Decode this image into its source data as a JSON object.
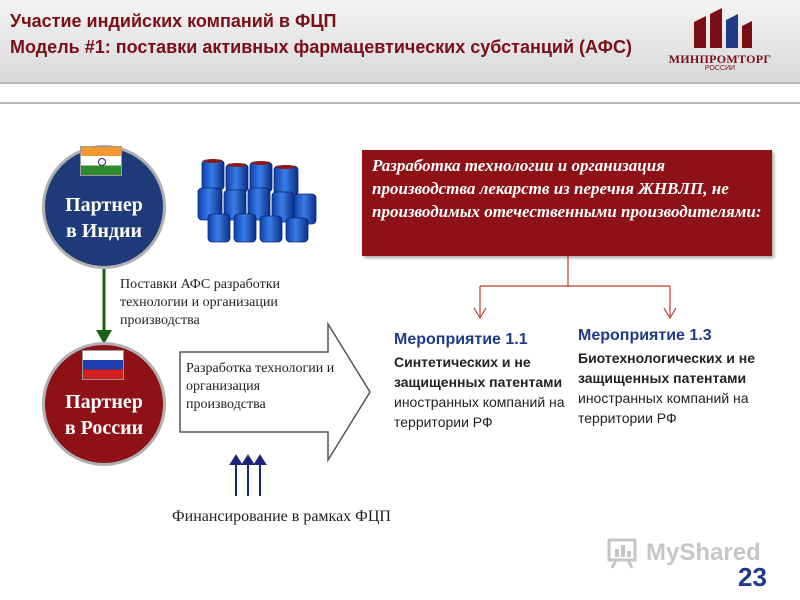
{
  "header": {
    "title_line1": "Участие индийских компаний в ФЦП",
    "title_line2": "Модель #1: поставки активных фармацевтических субстанций (АФС)",
    "logo": {
      "name": "МИНПРОМТОРГ",
      "sub": "РОССИИ",
      "accent": "#7a1015"
    }
  },
  "partners": {
    "india": {
      "label": "Партнер в Индии",
      "flag_icon": "india-flag-icon",
      "color": "#1e3a78"
    },
    "russia": {
      "label": "Партнер в России",
      "flag_icon": "russia-flag-icon",
      "color": "#8d1117"
    }
  },
  "supply_text": "Поставки АФС разработки технологии и организации производства",
  "arrow_text": "Разработка технологии и организация производства",
  "financing_text": "Финансирование в рамках ФЦП",
  "red_box": {
    "text": "Разработка технологии и организация производства лекарств из перечня ЖНВЛП, не производимых отечественными производителями:",
    "color": "#8d1117"
  },
  "events": [
    {
      "title": "Мероприятие 1.1",
      "bold": "Синтетических и не защищенных патентами",
      "rest": "иностранных компаний на территории РФ"
    },
    {
      "title": "Мероприятие 1.3",
      "bold": "Биотехнологических и не защищенных патентами",
      "rest": "иностранных компаний на территории РФ"
    }
  ],
  "watermark": "MyShared",
  "page_number": "23"
}
